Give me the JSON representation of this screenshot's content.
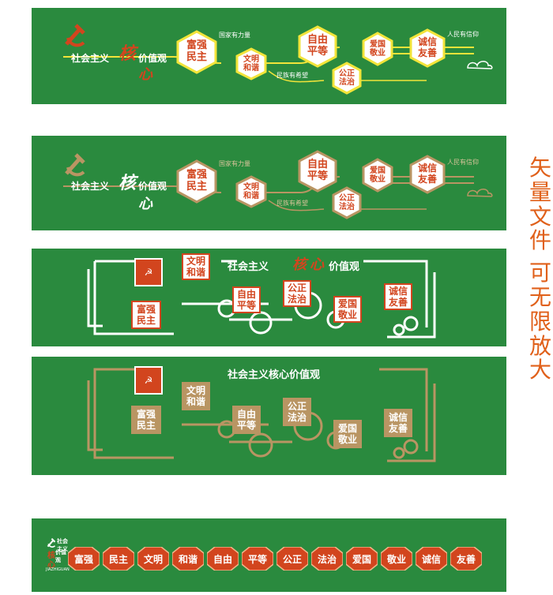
{
  "colors": {
    "green": "#2a8a3e",
    "red": "#d2451e",
    "gold": "#b99563",
    "yellow": "#f2e43a",
    "cream": "#fff7e8",
    "side_text": "#e0601a"
  },
  "icons": {
    "party_emblem": "hammer-sickle-icon",
    "cloud": "cloud-icon",
    "bird": "bird-icon"
  },
  "title": {
    "prefix": "社会主义",
    "he": "核",
    "xin": "心",
    "suffix": "价值观",
    "full": "社会主义核心价值观"
  },
  "small_texts": {
    "guojia": "国家有力量",
    "minzu": "民族有希望",
    "renmin": "人民有信仰",
    "pinyin": "JIAZHIGUAN"
  },
  "values": {
    "fuqiang_minzhu": "富强\n民主",
    "wenming_hexie": "文明\n和谐",
    "ziyou_pingdeng": "自由\n平等",
    "gongzheng_fazhi": "公正\n法治",
    "aiguo_jingye": "爱国\n敬业",
    "chengxin_youshan": "诚信\n友善"
  },
  "tags": [
    "富强",
    "民主",
    "文明",
    "和谐",
    "自由",
    "平等",
    "公正",
    "法治",
    "爱国",
    "敬业",
    "诚信",
    "友善"
  ],
  "side_caption": [
    "矢",
    "量",
    "文",
    "件",
    "可",
    "无",
    "限",
    "放",
    "大"
  ]
}
